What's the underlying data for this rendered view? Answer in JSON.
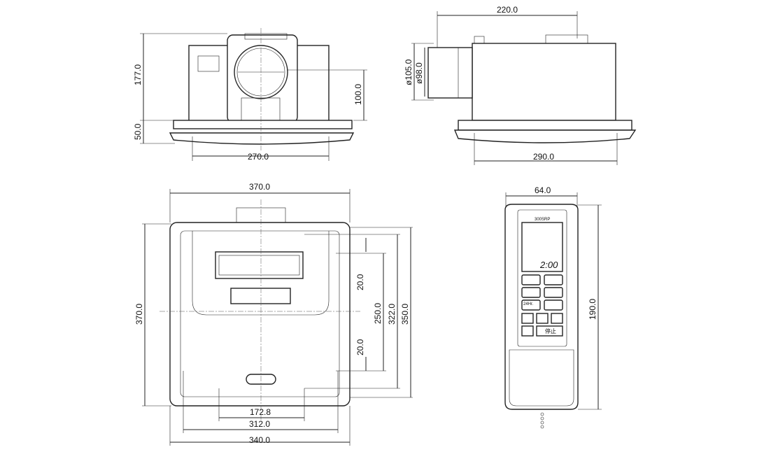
{
  "front_view": {
    "height_total": "177.0",
    "flange_height": "50.0",
    "duct_height": "100.0",
    "body_width": "270.0"
  },
  "side_view": {
    "length": "220.0",
    "duct_outer": "ø105.0",
    "duct_inner": "ø98.0",
    "body_width": "290.0"
  },
  "bottom_view": {
    "width": "370.0",
    "height": "370.0",
    "offset_top": "20.0",
    "offset_bottom": "20.0",
    "inner_250": "250.0",
    "inner_322": "322.0",
    "inner_350": "350.0",
    "hole_172": "172.8",
    "hole_312": "312.0",
    "hole_340": "340.0"
  },
  "remote": {
    "width": "64.0",
    "height": "190.0",
    "model": "300SRP",
    "time": "2:00",
    "mode_24": "24Hr.",
    "stop": "停止"
  }
}
